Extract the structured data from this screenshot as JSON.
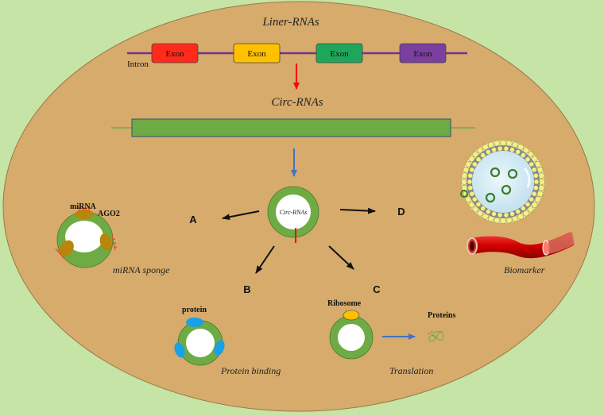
{
  "colors": {
    "background": "#c5e4a6",
    "cell": "#d6ab6b",
    "exon_red": "#ff2a1a",
    "exon_yellow": "#ffc000",
    "exon_green": "#1ea75a",
    "exon_purple": "#7b3fa0",
    "intron_line": "#7a2e8e",
    "circ_ring": "#6fab45",
    "circ_bar": "#6fab45",
    "ago2": "#b8860b",
    "protein_blue": "#1aa0e6",
    "ribosome": "#ffc000",
    "arrow_blue": "#4472c4",
    "arrow_red": "#ff0000"
  },
  "title_linear": "Liner-RNAs",
  "title_circ": "Circ-RNAs",
  "intron_label": "Intron",
  "exons": [
    {
      "label": "Exon",
      "color": "#ff2a1a"
    },
    {
      "label": "Exon",
      "color": "#ffc000"
    },
    {
      "label": "Exon",
      "color": "#1ea75a"
    },
    {
      "label": "Exon",
      "color": "#7b3fa0"
    }
  ],
  "center_label": "Circ-RNAs",
  "letters": {
    "a": "A",
    "b": "B",
    "c": "C",
    "d": "D"
  },
  "sponge": {
    "mirna": "miRNA",
    "ago2": "AGO2",
    "caption": "miRNA sponge"
  },
  "binding": {
    "protein": "protein",
    "caption": "Protein binding"
  },
  "translation": {
    "ribosome": "Ribosome",
    "proteins": "Proteins",
    "caption": "Translation"
  },
  "biomarker": {
    "caption": "Biomarker"
  },
  "icons": [
    "exosome-icon",
    "blood-vessel-icon",
    "protein-squiggle-icon"
  ]
}
